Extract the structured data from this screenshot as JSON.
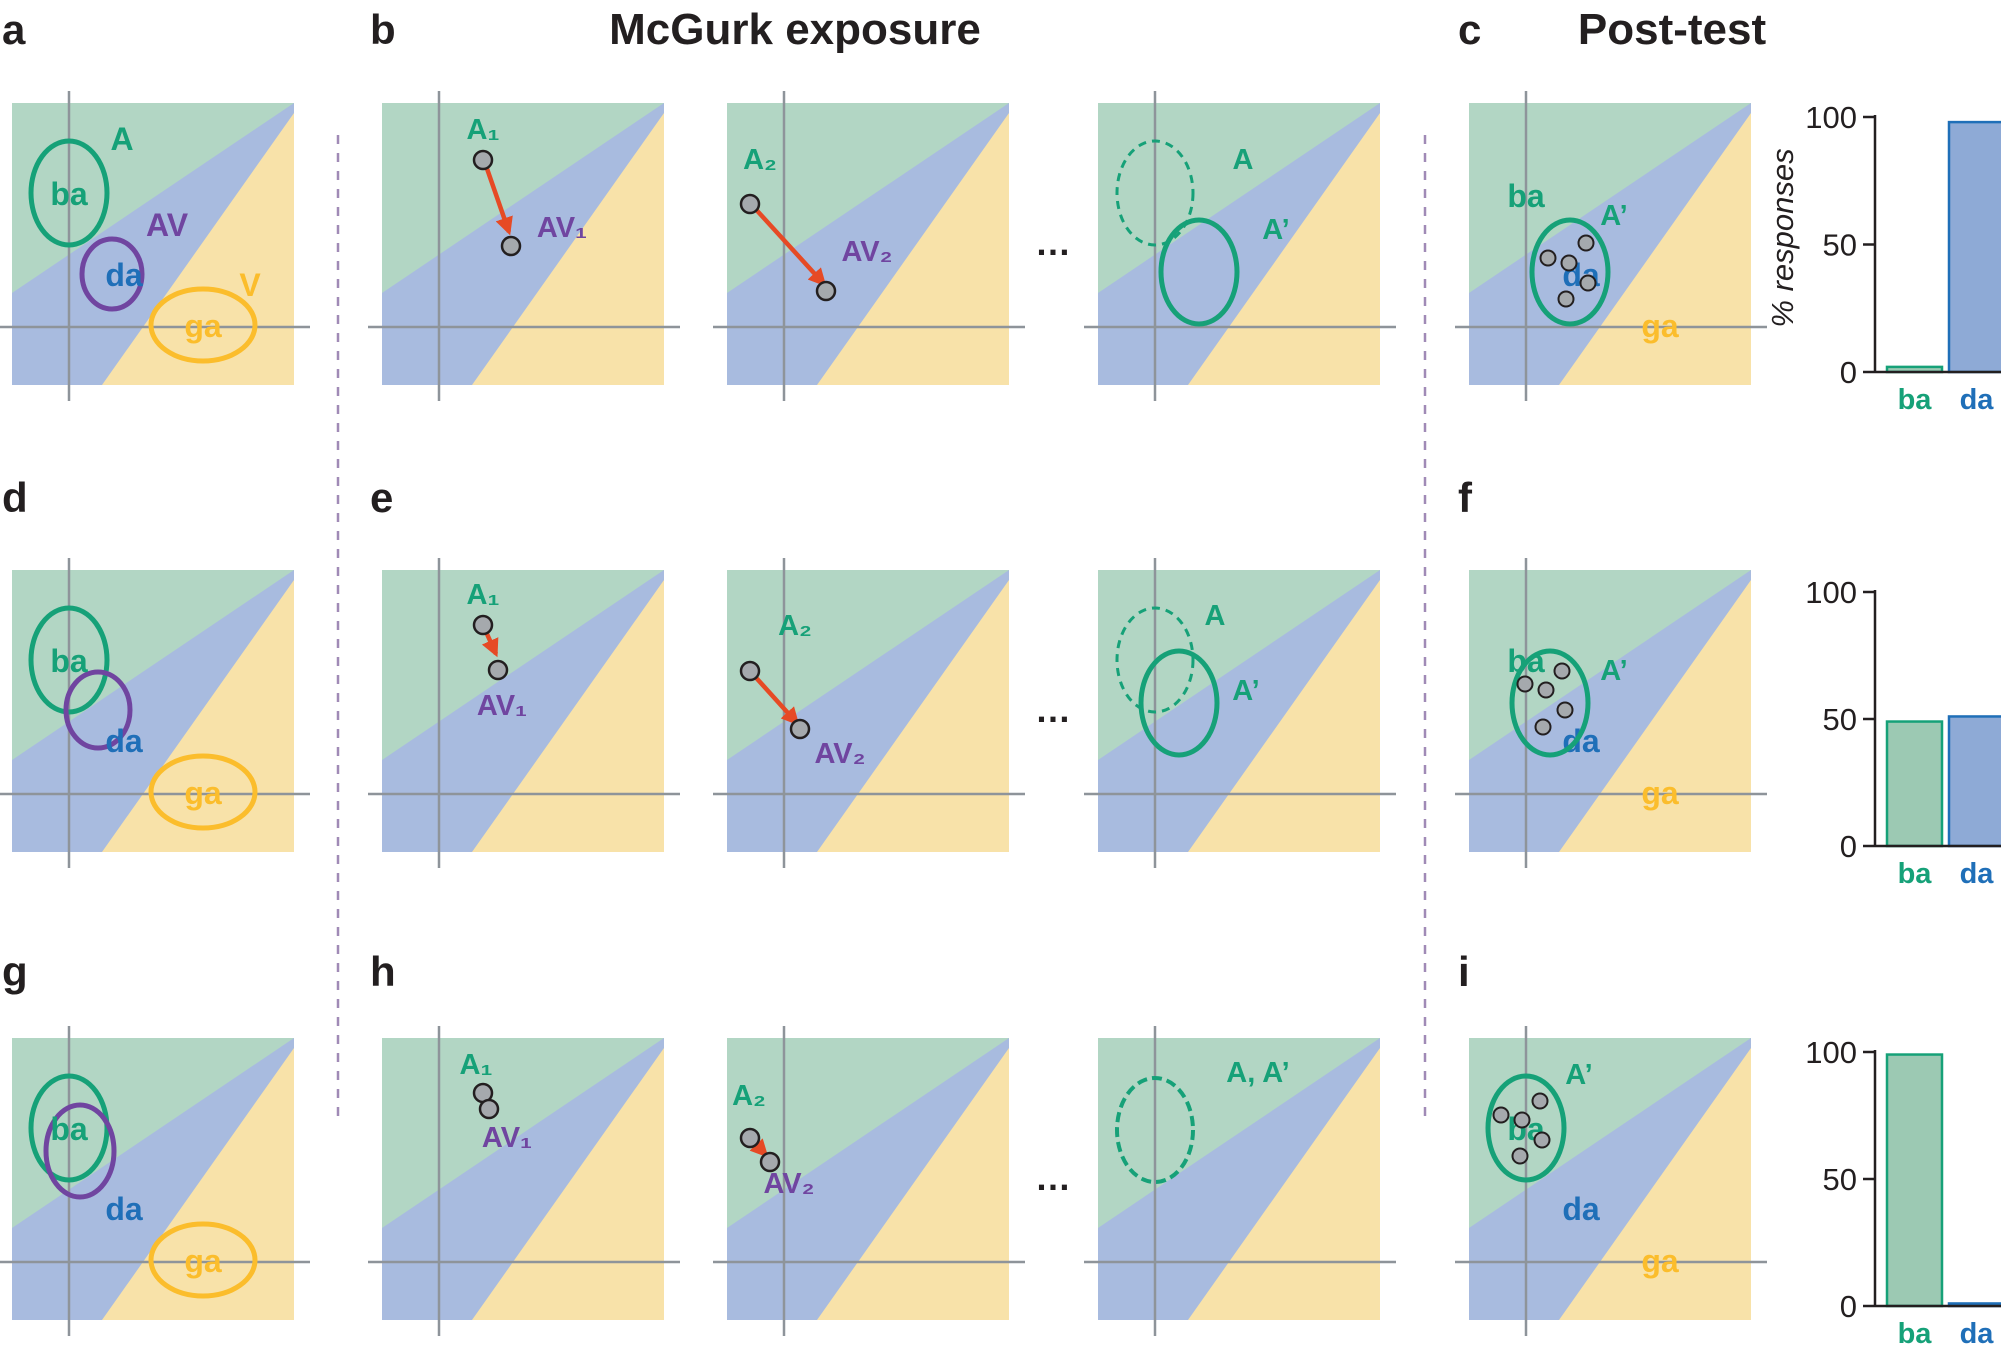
{
  "header": {
    "exposure_title": "McGurk exposure",
    "posttest_title": "Post-test"
  },
  "panel_letters": {
    "a": "a",
    "b": "b",
    "c": "c",
    "d": "d",
    "e": "e",
    "f": "f",
    "g": "g",
    "h": "h",
    "i": "i"
  },
  "labels": {
    "ba": "ba",
    "da": "da",
    "ga": "ga",
    "A": "A",
    "AV": "AV",
    "V": "V",
    "A1": "A₁",
    "A2": "A₂",
    "AV1": "AV₁",
    "AV2": "AV₂",
    "A_prime": "A’",
    "A_and_A_prime": "A, A’",
    "ellipsis": "…"
  },
  "colors": {
    "green_region": "#b2d6c4",
    "blue_region": "#a8bbdf",
    "yellow_region": "#f8e2a9",
    "green": "#16a178",
    "purple": "#7045a0",
    "blue": "#1f6fb8",
    "yellow": "#fbbd2c",
    "arrow": "#e64a25",
    "bar_green_fill": "#9cc9b3",
    "bar_blue_fill": "#8eaad6"
  },
  "chart_data": [
    {
      "type": "bar",
      "panel": "c",
      "categories": [
        "ba",
        "da"
      ],
      "values": [
        2,
        98
      ],
      "ylabel": "% responses",
      "ylim": [
        0,
        100
      ],
      "yticks": [
        0,
        50,
        100
      ]
    },
    {
      "type": "bar",
      "panel": "f",
      "categories": [
        "ba",
        "da"
      ],
      "values": [
        49,
        51
      ],
      "ylim": [
        0,
        100
      ],
      "yticks": [
        0,
        50,
        100
      ]
    },
    {
      "type": "bar",
      "panel": "i",
      "categories": [
        "ba",
        "da"
      ],
      "values": [
        99,
        1
      ],
      "ylim": [
        0,
        100
      ],
      "yticks": [
        0,
        50,
        100
      ]
    }
  ]
}
